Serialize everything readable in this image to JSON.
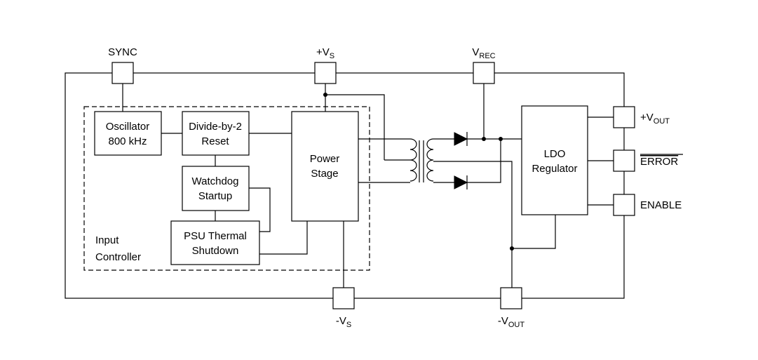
{
  "blocks": {
    "oscillator": [
      "Oscillator",
      "800 kHz"
    ],
    "divider": [
      "Divide-by-2",
      "Reset"
    ],
    "watchdog": [
      "Watchdog",
      "Startup"
    ],
    "thermal": [
      "PSU Thermal",
      "Shutdown"
    ],
    "power_stage": [
      "Power",
      "Stage"
    ],
    "ldo": [
      "LDO",
      "Regulator"
    ],
    "input_controller": [
      "Input",
      "Controller"
    ]
  },
  "pins": {
    "sync": {
      "main": "SYNC",
      "sub": ""
    },
    "vs_pos": {
      "main": "+V",
      "sub": "S"
    },
    "vrec": {
      "main": "V",
      "sub": "REC"
    },
    "vout_pos": {
      "main": "+V",
      "sub": "OUT"
    },
    "error": {
      "main": "ERROR",
      "sub": ""
    },
    "enable": {
      "main": "ENABLE",
      "sub": ""
    },
    "vs_neg": {
      "main": "-V",
      "sub": "S"
    },
    "vout_neg": {
      "main": "-V",
      "sub": "OUT"
    }
  }
}
